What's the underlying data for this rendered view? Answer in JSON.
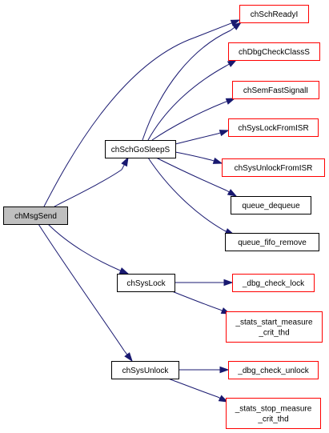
{
  "colors": {
    "root_fill": "#bfbfbf",
    "root_stroke": "#000000",
    "black_stroke": "#000000",
    "red_stroke": "#ff0000",
    "node_fill": "#ffffff",
    "edge": "#191970"
  },
  "nodes": [
    {
      "id": "chMsgSend",
      "lines": [
        "chMsgSend"
      ],
      "style": "root"
    },
    {
      "id": "chSchGoSleepS",
      "lines": [
        "chSchGoSleepS"
      ],
      "style": "black"
    },
    {
      "id": "chSysLock",
      "lines": [
        "chSysLock"
      ],
      "style": "black"
    },
    {
      "id": "chSysUnlock",
      "lines": [
        "chSysUnlock"
      ],
      "style": "black"
    },
    {
      "id": "chSchReadyI",
      "lines": [
        "chSchReadyI"
      ],
      "style": "red"
    },
    {
      "id": "chDbgCheckClassS",
      "lines": [
        "chDbgCheckClassS"
      ],
      "style": "red"
    },
    {
      "id": "chSemFastSignalI",
      "lines": [
        "chSemFastSignalI"
      ],
      "style": "red"
    },
    {
      "id": "chSysLockFromISR",
      "lines": [
        "chSysLockFromISR"
      ],
      "style": "red"
    },
    {
      "id": "chSysUnlockFromISR",
      "lines": [
        "chSysUnlockFromISR"
      ],
      "style": "red"
    },
    {
      "id": "queue_dequeue",
      "lines": [
        "queue_dequeue"
      ],
      "style": "black"
    },
    {
      "id": "queue_fifo_remove",
      "lines": [
        "queue_fifo_remove"
      ],
      "style": "black"
    },
    {
      "id": "dbg_check_lock",
      "lines": [
        "_dbg_check_lock"
      ],
      "style": "red"
    },
    {
      "id": "stats_start_measure_crit_thd",
      "lines": [
        "_stats_start_measure",
        "_crit_thd"
      ],
      "style": "red"
    },
    {
      "id": "dbg_check_unlock",
      "lines": [
        "_dbg_check_unlock"
      ],
      "style": "red"
    },
    {
      "id": "stats_stop_measure_crit_thd",
      "lines": [
        "_stats_stop_measure",
        "_crit_thd"
      ],
      "style": "red"
    }
  ],
  "edges": [
    {
      "from": "chMsgSend",
      "to": "chSchGoSleepS"
    },
    {
      "from": "chMsgSend",
      "to": "chSchReadyI"
    },
    {
      "from": "chMsgSend",
      "to": "chSysLock"
    },
    {
      "from": "chMsgSend",
      "to": "chSysUnlock"
    },
    {
      "from": "chSchGoSleepS",
      "to": "chSchReadyI"
    },
    {
      "from": "chSchGoSleepS",
      "to": "chDbgCheckClassS"
    },
    {
      "from": "chSchGoSleepS",
      "to": "chSemFastSignalI"
    },
    {
      "from": "chSchGoSleepS",
      "to": "chSysLockFromISR"
    },
    {
      "from": "chSchGoSleepS",
      "to": "chSysUnlockFromISR"
    },
    {
      "from": "chSchGoSleepS",
      "to": "queue_dequeue"
    },
    {
      "from": "chSchGoSleepS",
      "to": "queue_fifo_remove"
    },
    {
      "from": "chSysLock",
      "to": "dbg_check_lock"
    },
    {
      "from": "chSysLock",
      "to": "stats_start_measure_crit_thd"
    },
    {
      "from": "chSysUnlock",
      "to": "dbg_check_unlock"
    },
    {
      "from": "chSysUnlock",
      "to": "stats_stop_measure_crit_thd"
    }
  ]
}
